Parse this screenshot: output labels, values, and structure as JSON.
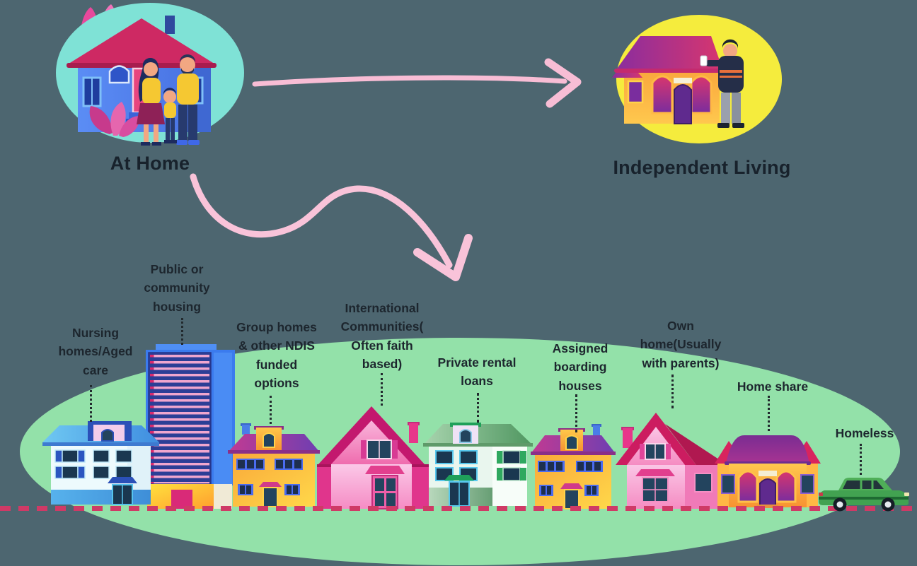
{
  "scene": {
    "at_home_label": "At Home",
    "independent_living_label": "Independent Living"
  },
  "housing_options": [
    {
      "name": "nursing-homes-aged-care",
      "label": "Nursing\nhomes/Aged\ncare"
    },
    {
      "name": "public-or-community-housing",
      "label": "Public or\ncommunity\nhousing"
    },
    {
      "name": "group-homes-ndis-funded",
      "label": "Group homes\n& other NDIS\nfunded\noptions"
    },
    {
      "name": "international-communities",
      "label": "International\nCommunities(\nOften faith\nbased)"
    },
    {
      "name": "private-rental-loans",
      "label": "Private rental\nloans"
    },
    {
      "name": "assigned-boarding-houses",
      "label": "Assigned\nboarding\nhouses"
    },
    {
      "name": "own-home-usually-with-parents",
      "label": "Own\nhome(Usually\nwith parents)"
    },
    {
      "name": "home-share",
      "label": "Home share"
    },
    {
      "name": "homeless",
      "label": "Homeless"
    }
  ],
  "colors": {
    "background": "#4d6670",
    "ground": "#93e1a9",
    "at_home_ellipse": "#7fe2d6",
    "independent_ellipse": "#f5ec3d",
    "arrow_pink": "#f8bdd5",
    "boundary_dash": "#cf3a66",
    "label_text": "#1d262e",
    "title_text": "#18222c"
  }
}
